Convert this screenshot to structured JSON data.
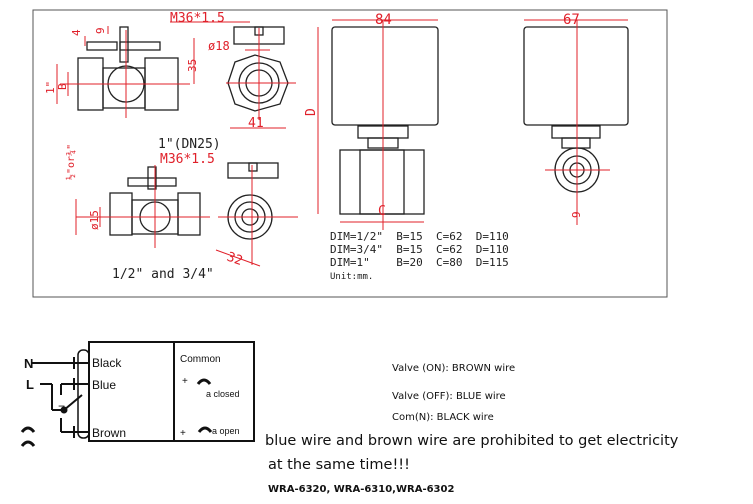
{
  "drawing": {
    "thread_top": "M36*1.5",
    "thread_bottom": "M36*1.5",
    "dim_4": "4",
    "dim_9": "9",
    "dim_35": "35",
    "dim_1in": "1\"",
    "dim_B": "B",
    "dim_d18": "ø18",
    "dim_41": "41",
    "caption_dn25": "1\"(DN25)",
    "dim_half_or_3q": "½\"or¾\"",
    "dim_d15": "ø15",
    "dim_32": "32",
    "caption_small": "1/2\" and 3/4\"",
    "dim_84": "84",
    "dim_D": "D",
    "dim_C": "C",
    "dim_67": "67",
    "dim_9b": "9",
    "dim_table": [
      "DIM=1/2\"  B=15  C=62  D=110",
      "DIM=3/4\"  B=15  C=62  D=110",
      "DIM=1\"    B=20  C=80  D=115",
      "Unit:mm."
    ]
  },
  "wiring": {
    "N": "N",
    "L": "L",
    "black": "Black",
    "blue": "Blue",
    "brown": "Brown",
    "common": "Common",
    "closed": "a closed",
    "open": "a open",
    "plus1": "+",
    "plus2": "+",
    "minus": "−"
  },
  "notes": {
    "on": "Valve (ON):  BROWN wire",
    "off": "Valve (OFF):  BLUE wire",
    "com": "Com(N):  BLACK wire",
    "warning_1": "blue wire and brown wire are prohibited to get electricity",
    "warning_2": "at the same time!!!",
    "models": "WRA-6320, WRA-6310,WRA-6302"
  }
}
